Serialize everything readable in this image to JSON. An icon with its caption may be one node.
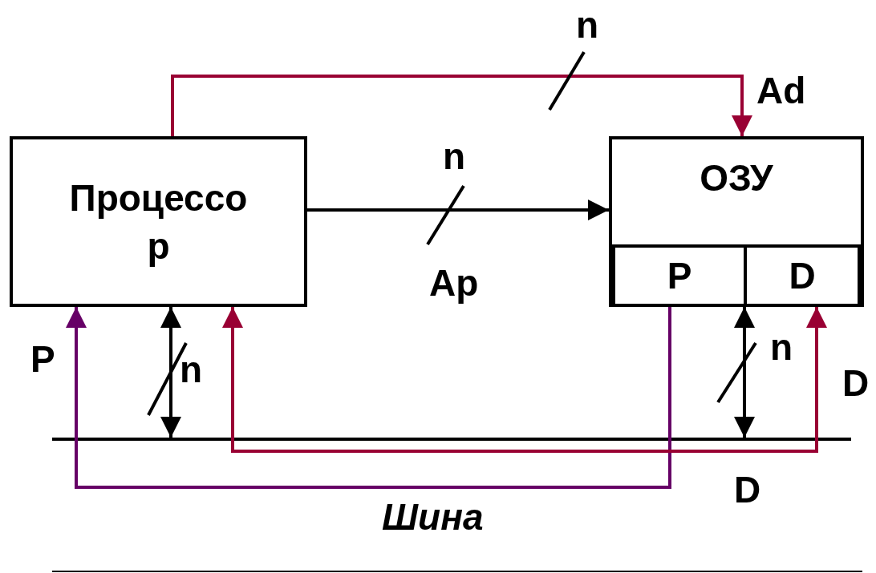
{
  "diagram": {
    "nodes": [
      {
        "text": [
          "Процессо р"
        ]
      },
      {
        "text": [
          "ОЗУ"
        ]
      },
      {
        "text": [
          "P"
        ],
        "in": 1
      },
      {
        "text": [
          "D"
        ],
        "in": 1
      },
      {
        "text": [],
        "shape": "bar"
      }
    ],
    "edges": [
      {
        "from": 0,
        "to": 1,
        "arrow": "to",
        "label": "Ad",
        "color": "#990033"
      },
      {
        "from": 0,
        "to": 1,
        "arrow": "to",
        "label": "Ap"
      },
      {
        "from": 0,
        "to": 4,
        "arrow": "both"
      },
      {
        "from": 1,
        "to": 4,
        "arrow": "both"
      },
      {
        "from": 2,
        "to": 0,
        "arrow": "to",
        "label": "P",
        "color": "#660066"
      },
      {
        "from": 0,
        "to": 3,
        "arrow": "both",
        "label": "D",
        "color": "#990033"
      }
    ],
    "labels": [
      "n",
      "n",
      "n",
      "n",
      "D",
      "Шина"
    ]
  }
}
